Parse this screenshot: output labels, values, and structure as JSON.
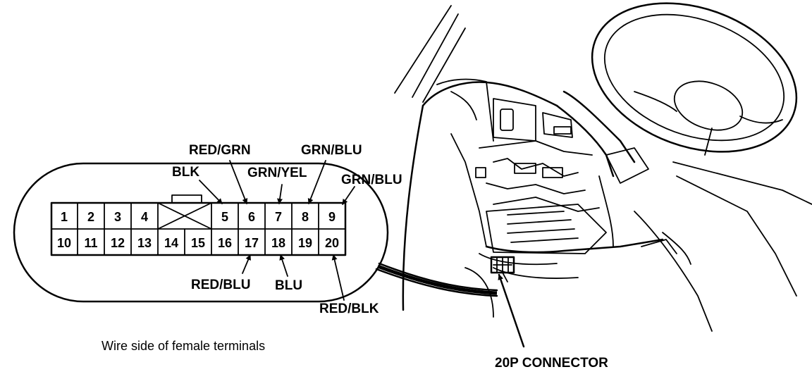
{
  "pins_row1": [
    "1",
    "2",
    "3",
    "4",
    "5",
    "6",
    "7",
    "8",
    "9"
  ],
  "pins_row2": [
    "10",
    "11",
    "12",
    "13",
    "14",
    "15",
    "16",
    "17",
    "18",
    "19",
    "20"
  ],
  "wire_labels": {
    "red_grn": "RED/GRN",
    "grn_blu_top": "GRN/BLU",
    "blk": "BLK",
    "grn_yel": "GRN/YEL",
    "grn_blu_right": "GRN/BLU",
    "red_blu": "RED/BLU",
    "blu": "BLU",
    "red_blk": "RED/BLK"
  },
  "caption": "Wire side of female terminals",
  "connector_label": "20P CONNECTOR"
}
